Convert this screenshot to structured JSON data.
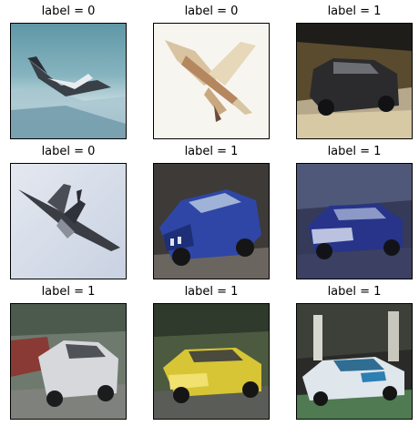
{
  "grid": {
    "cells": [
      {
        "title": "label = 0"
      },
      {
        "title": "label = 0"
      },
      {
        "title": "label = 1"
      },
      {
        "title": "label = 0"
      },
      {
        "title": "label = 1"
      },
      {
        "title": "label = 1"
      },
      {
        "title": "label = 1"
      },
      {
        "title": "label = 1"
      },
      {
        "title": "label = 1"
      }
    ]
  }
}
